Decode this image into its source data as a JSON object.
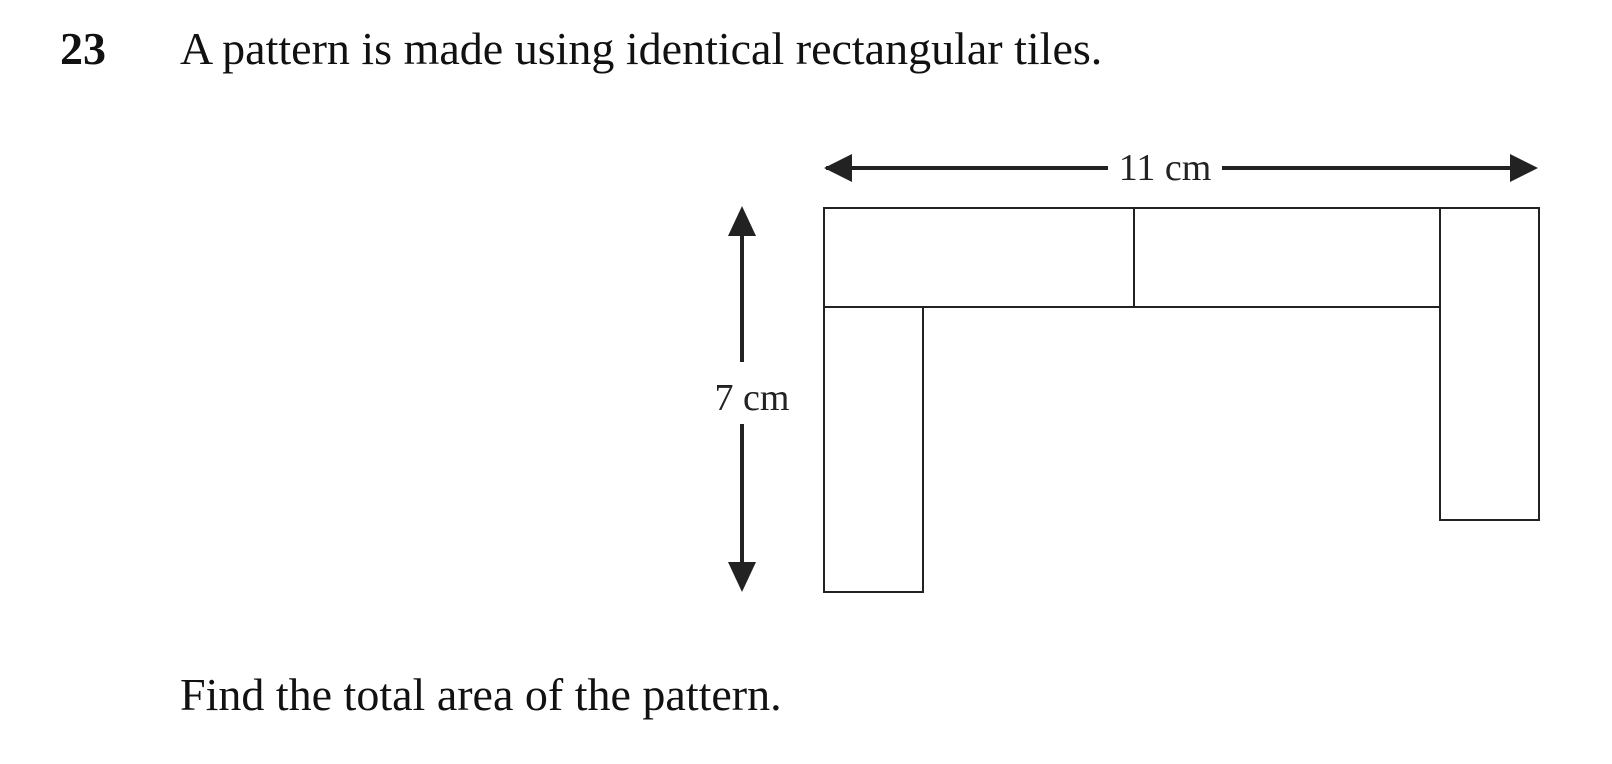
{
  "question": {
    "number": "23",
    "text": "A pattern is made using identical rectangular tiles.",
    "instruction": "Find the total area of the pattern."
  },
  "diagram": {
    "width_label": "11 cm",
    "height_label": "7 cm",
    "tile_count": 4
  }
}
